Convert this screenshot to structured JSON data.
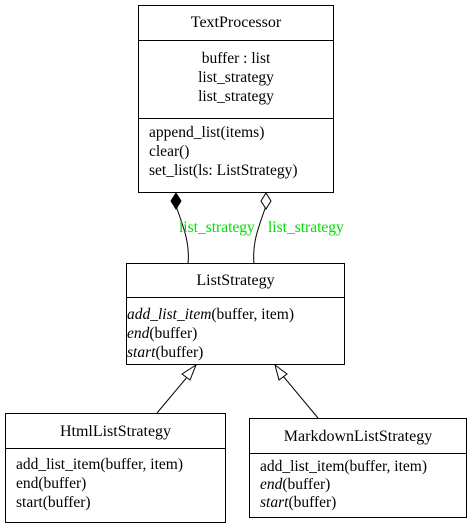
{
  "colors": {
    "line": "#000000",
    "background": "#ffffff",
    "edge_label": "#00dd00"
  },
  "classes": {
    "text_processor": {
      "name": "TextProcessor",
      "attributes": [
        "buffer : list",
        "list_strategy",
        "list_strategy"
      ],
      "operations": [
        {
          "name": "append_list",
          "params": "(items)",
          "italic": false
        },
        {
          "name": "clear",
          "params": "()",
          "italic": false
        },
        {
          "name": "set_list",
          "params": "(ls: ListStrategy)",
          "italic": false
        }
      ]
    },
    "list_strategy": {
      "name": "ListStrategy",
      "operations": [
        {
          "name": "add_list_item",
          "params": "(buffer, item)",
          "italic": true
        },
        {
          "name": "end",
          "params": "(buffer)",
          "italic": true
        },
        {
          "name": "start",
          "params": "(buffer)",
          "italic": true
        }
      ]
    },
    "html_list_strategy": {
      "name": "HtmlListStrategy",
      "operations": [
        {
          "name": "add_list_item",
          "params": "(buffer, item)",
          "italic": false
        },
        {
          "name": "end",
          "params": "(buffer)",
          "italic": false
        },
        {
          "name": "start",
          "params": "(buffer)",
          "italic": false
        }
      ]
    },
    "markdown_list_strategy": {
      "name": "MarkdownListStrategy",
      "operations": [
        {
          "name": "add_list_item",
          "params": "(buffer, item)",
          "italic": false
        },
        {
          "name": "end",
          "params": "(buffer)",
          "italic": true
        },
        {
          "name": "start",
          "params": "(buffer)",
          "italic": true
        }
      ]
    }
  },
  "relations": {
    "composition_label": "list_strategy",
    "aggregation_label": "list_strategy"
  }
}
